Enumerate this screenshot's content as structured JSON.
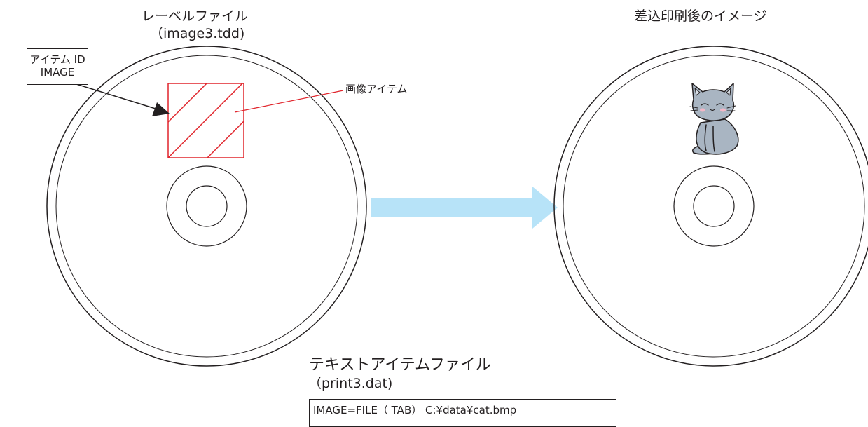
{
  "label_file": {
    "title": "レーベルファイル",
    "filename": "（image3.tdd)"
  },
  "item_id": {
    "line1": "アイテム ID",
    "line2": "IMAGE"
  },
  "image_item_label": "画像アイテム",
  "result": {
    "title": "差込印刷後のイメージ"
  },
  "text_item_file": {
    "title": "テキストアイテムファイル",
    "filename": "（print3.dat)",
    "content": "IMAGE=FILE（ TAB） C:¥data¥cat.bmp"
  },
  "colors": {
    "line": "#231f20",
    "image_item": "#e0242b",
    "arrow": "#b7e3f8",
    "cat": "#a9b5c2"
  },
  "icons": {
    "arrow": "right-arrow-icon",
    "cat": "cat-icon"
  }
}
